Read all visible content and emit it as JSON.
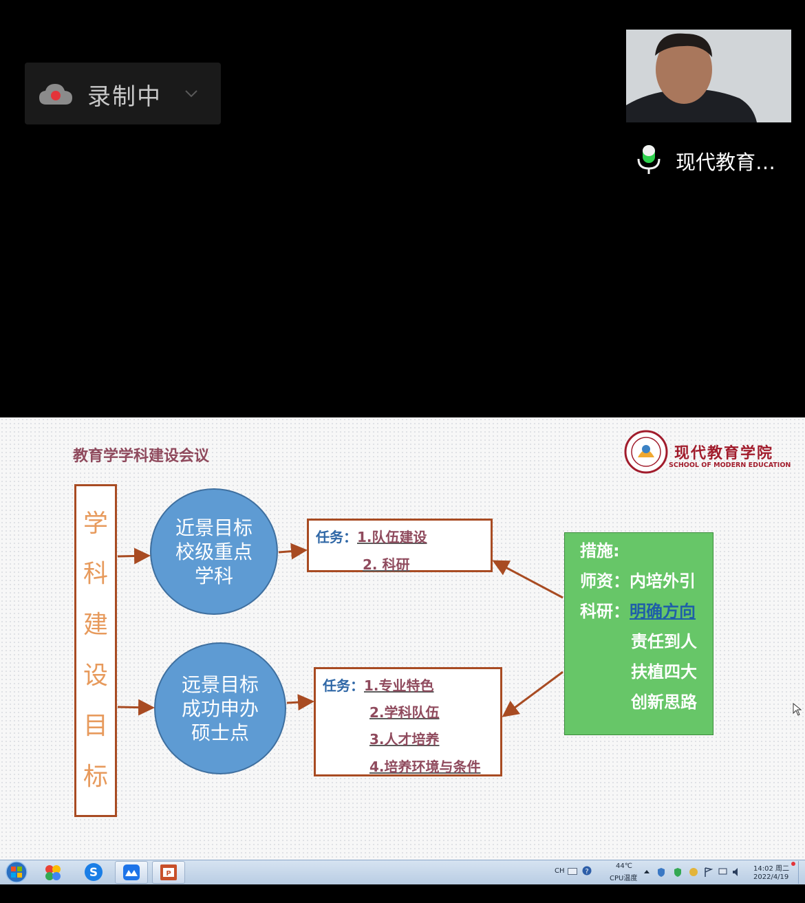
{
  "recording": {
    "label": "录制中",
    "icon": "cloud-record-icon"
  },
  "participant": {
    "name": "现代教育…",
    "mic_state": "active"
  },
  "slide": {
    "title": "教育学学科建设会议",
    "logo": {
      "name_cn": "现代教育学院",
      "name_en": "SCHOOL OF MODERN EDUCATION"
    },
    "vertical_label": [
      "学",
      "科",
      "建",
      "设",
      "目",
      "标"
    ],
    "near_goal": {
      "lines": [
        "近景目标",
        "校级重点",
        "学科"
      ]
    },
    "far_goal": {
      "lines": [
        "远景目标",
        "成功申办",
        "硕士点"
      ]
    },
    "near_tasks": {
      "label": "任务：",
      "items": [
        "1.队伍建设",
        "2. 科研"
      ]
    },
    "far_tasks": {
      "label": "任务：",
      "items": [
        "1.专业特色",
        "2.学科队伍",
        "3.人才培养",
        "4.培养环境与条件"
      ]
    },
    "measures": {
      "heading": "措施:",
      "faculty_label": "师资：",
      "faculty_value": "内培外引",
      "research_label": "科研：",
      "research_values": [
        "明确方向",
        "责任到人",
        "扶植四大",
        "创新思路"
      ]
    },
    "colors": {
      "box_border": "#a84b22",
      "circle": "#5e9bd3",
      "measures_bg": "#67c668",
      "title": "#8f4a5d"
    }
  },
  "taskbar": {
    "lang": "CH",
    "temperature": "44℃",
    "temp_label": "CPU温度",
    "time": "14:02 周二",
    "date": "2022/4/19"
  }
}
